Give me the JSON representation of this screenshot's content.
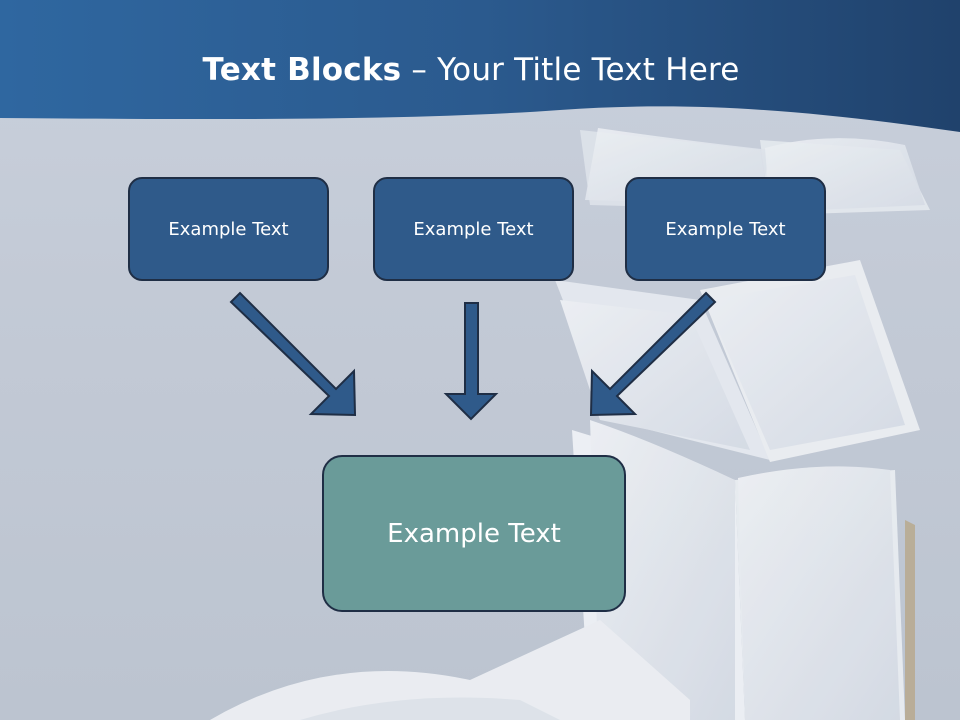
{
  "title": {
    "bold": "Text Blocks",
    "rest": " – Your Title Text Here"
  },
  "colors": {
    "banner": "#2e5c91",
    "box_fill": "#2f5a8a",
    "target_fill": "#6a9b99",
    "outline": "#1f2e45"
  },
  "diagram": {
    "sources": [
      {
        "label": "Example Text"
      },
      {
        "label": "Example Text"
      },
      {
        "label": "Example Text"
      }
    ],
    "target": {
      "label": "Example Text"
    }
  }
}
